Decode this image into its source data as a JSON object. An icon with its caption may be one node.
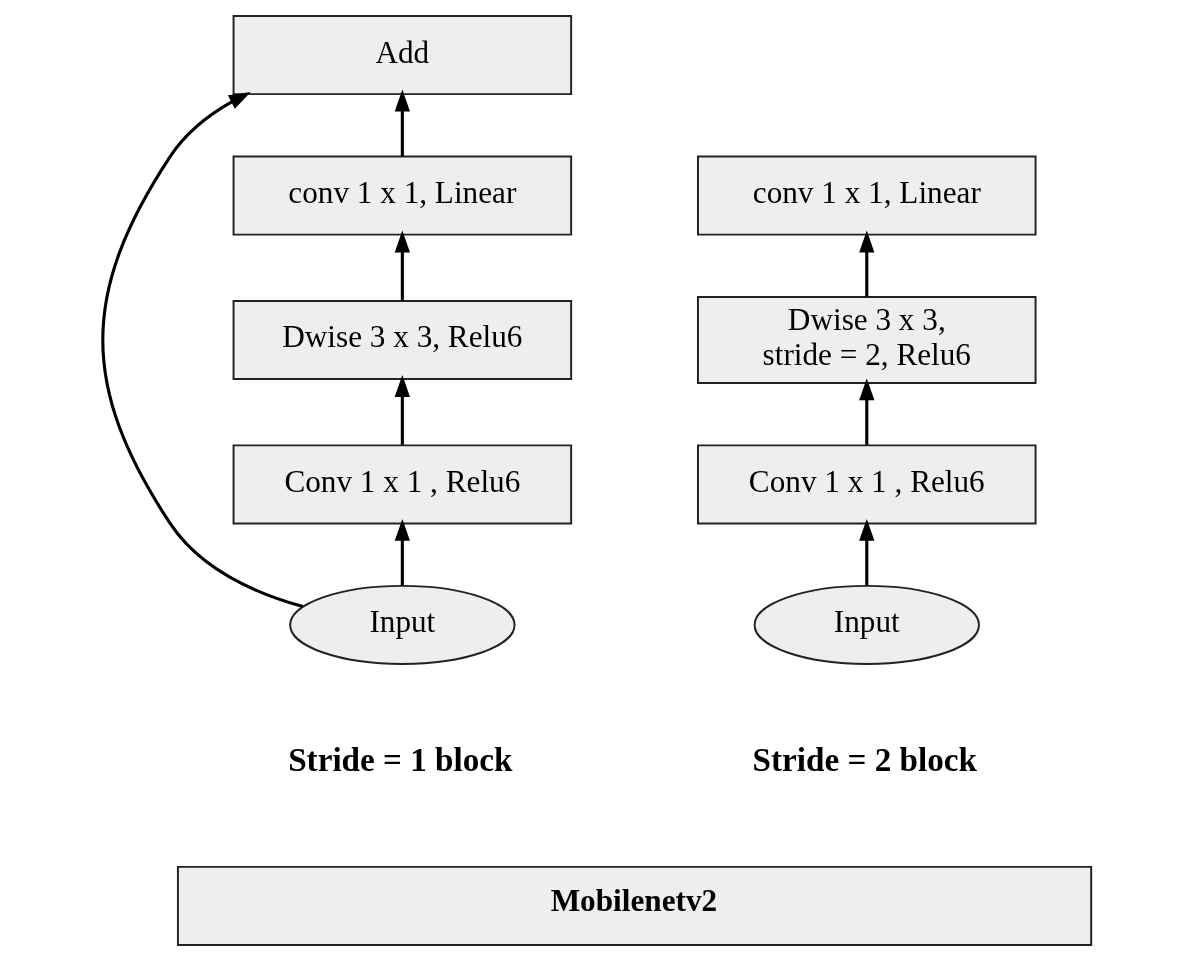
{
  "diagram": {
    "nodes": [
      {
        "text": [
          "Add"
        ]
      },
      {
        "text": [
          "conv 1 x 1, Linear"
        ]
      },
      {
        "text": [
          "Dwise 3 x 3, Relu6"
        ]
      },
      {
        "text": [
          "Conv 1 x 1 , Relu6"
        ]
      },
      {
        "text": [
          "Input"
        ]
      },
      {
        "text": [
          "conv 1 x 1, Linear"
        ]
      },
      {
        "text": [
          "Dwise 3 x 3, stride = 2, Relu6"
        ]
      },
      {
        "text": [
          "Conv 1 x 1 , Relu6"
        ]
      },
      {
        "text": [
          "Input"
        ]
      },
      {
        "text": [
          "Mobilenetv2"
        ]
      }
    ],
    "edges": [
      {
        "from": 4,
        "to": 3,
        "arrow": "to"
      },
      {
        "from": 3,
        "to": 2,
        "arrow": "to"
      },
      {
        "from": 2,
        "to": 1,
        "arrow": "to"
      },
      {
        "from": 1,
        "to": 0,
        "arrow": "to"
      },
      {
        "from": 4,
        "to": 0,
        "arrow": "to"
      },
      {
        "from": 8,
        "to": 7,
        "arrow": "to"
      },
      {
        "from": 7,
        "to": 6,
        "arrow": "to"
      },
      {
        "from": 6,
        "to": 5,
        "arrow": "to"
      }
    ],
    "labels": [
      "Stride = 1 block",
      "Stride = 2 block"
    ]
  }
}
